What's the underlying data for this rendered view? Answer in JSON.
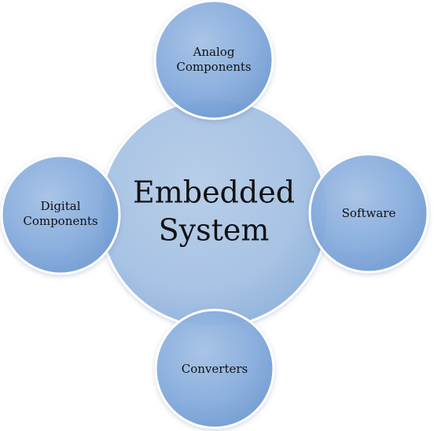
{
  "diagram": {
    "center": {
      "lines": [
        "Embedded",
        "System"
      ]
    },
    "satellites": {
      "top": {
        "lines": [
          "Analog",
          "Components"
        ]
      },
      "left": {
        "lines": [
          "Digital",
          "Components"
        ]
      },
      "right": {
        "lines": [
          "Software"
        ]
      },
      "bottom": {
        "lines": [
          "Converters"
        ]
      }
    },
    "colors": {
      "fill_light": "#b9d0ea",
      "fill_mid": "#8fb2dc",
      "fill_dark": "#6d98cf",
      "stroke": "#ffffff",
      "text": "#111111"
    }
  }
}
